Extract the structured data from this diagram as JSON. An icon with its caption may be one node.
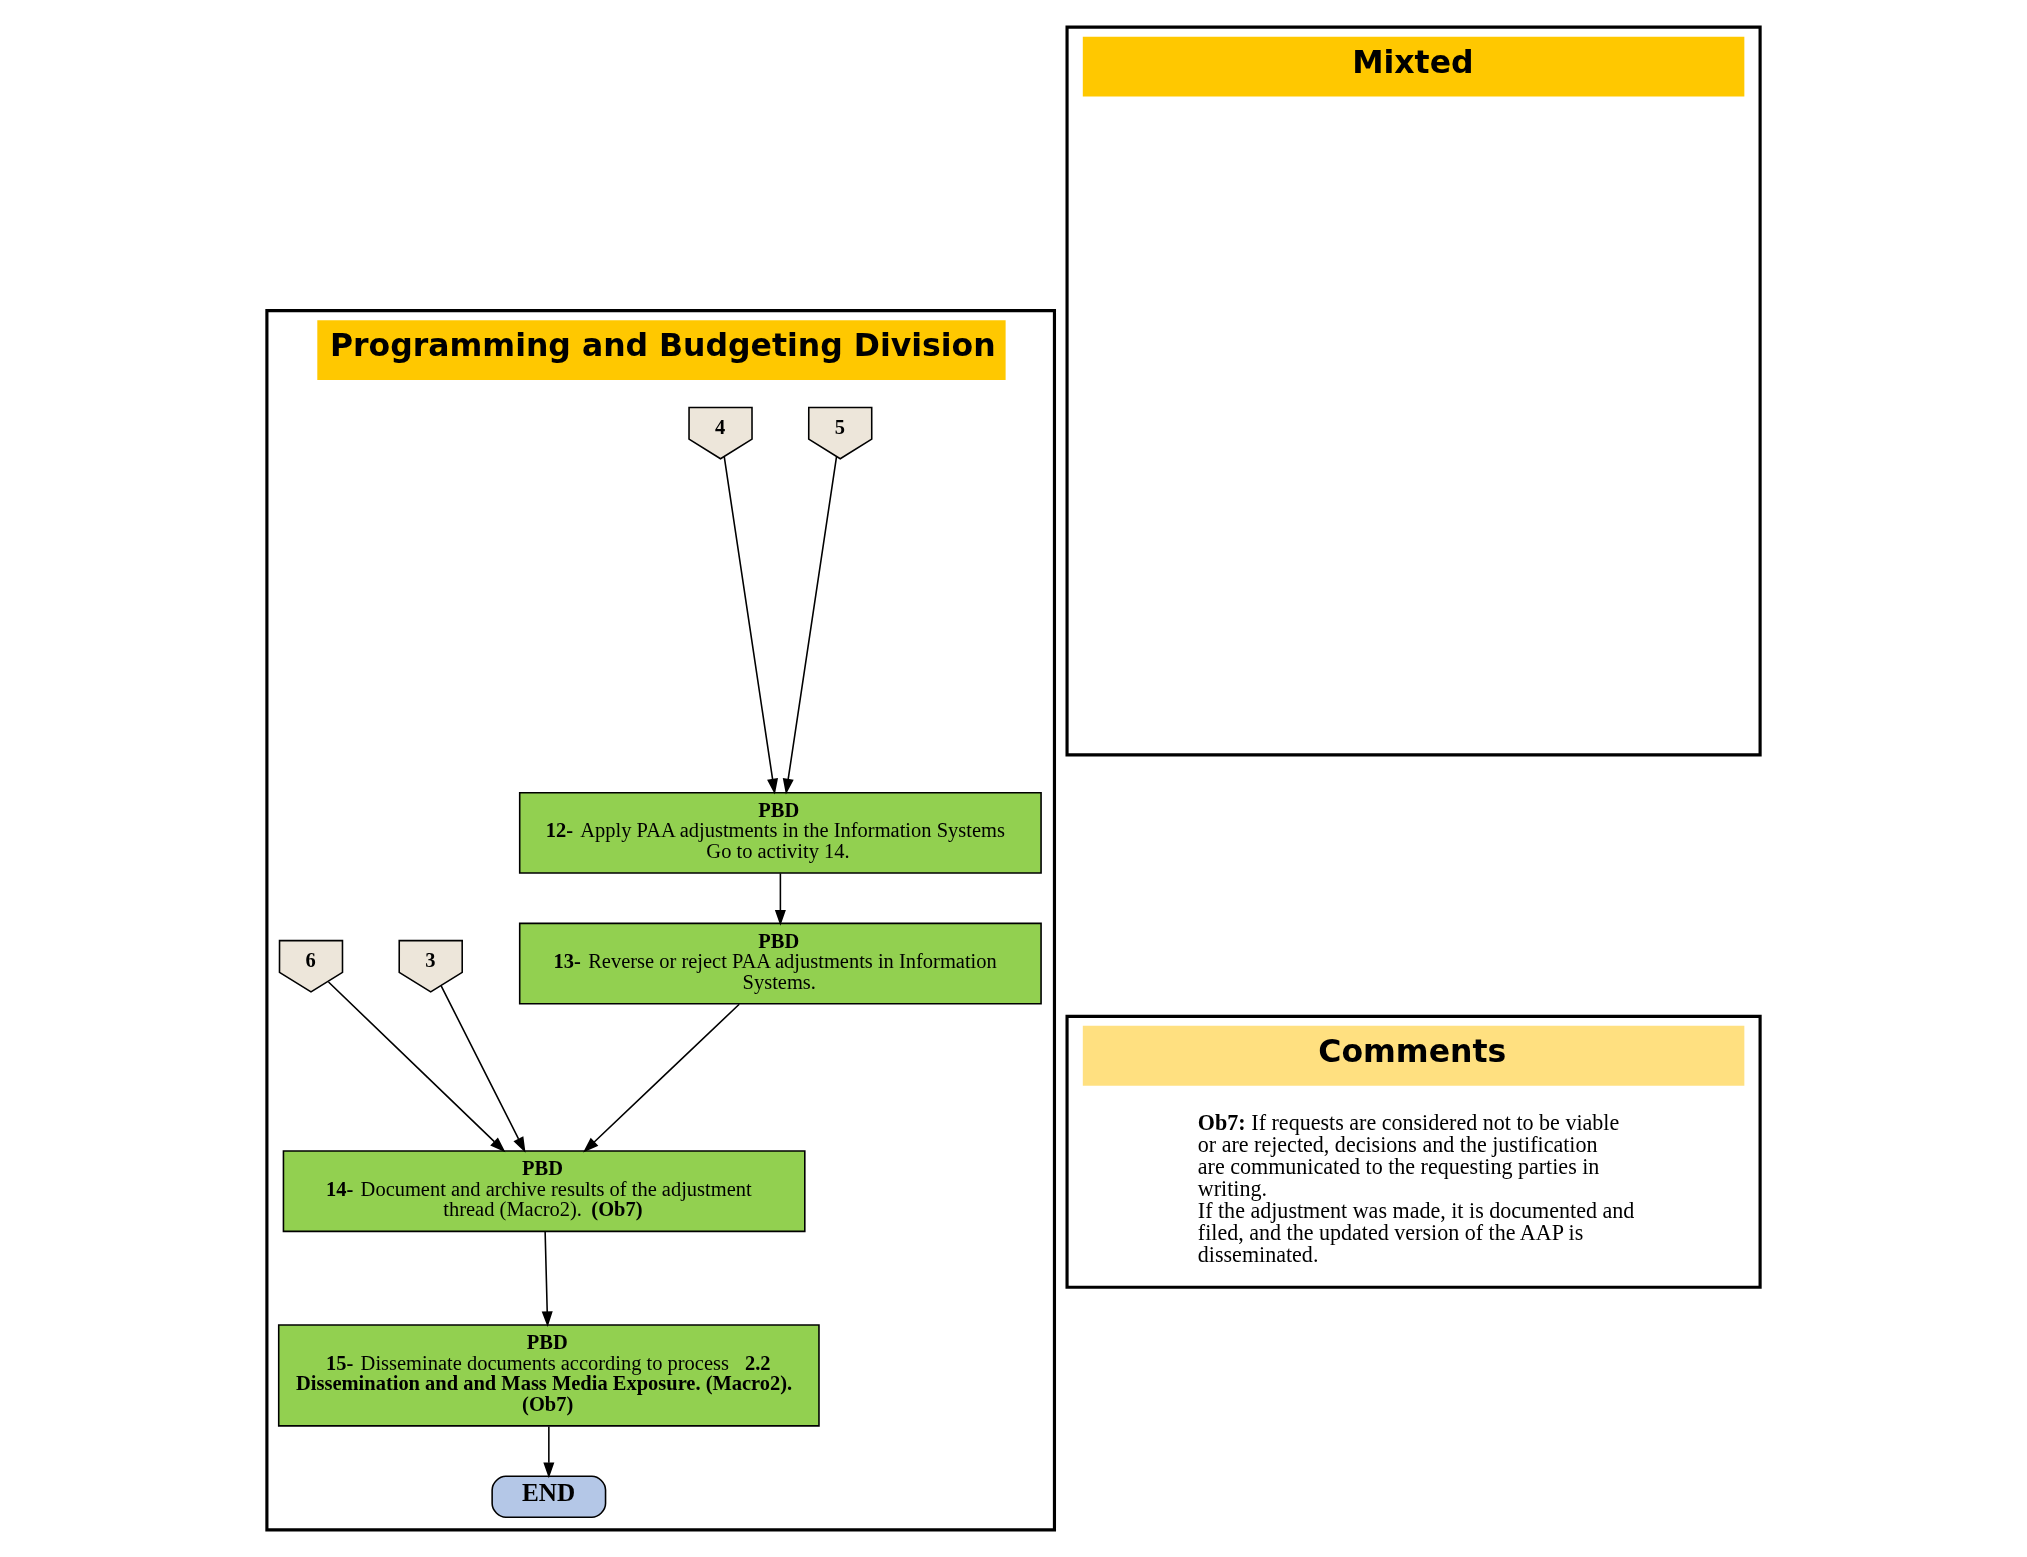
{
  "diagram": {
    "nodes": [
      {
        "text": [
          "Programming and Budgeting Division"
        ]
      },
      {
        "text": [
          "Mixted"
        ]
      },
      {
        "text": [
          "Comments",
          "**Ob7:** If requests are considered not to be viable or are rejected, decisions and the justification are communicated to the requesting parties in writing.",
          "If the adjustment was made, it is documented and filed, and the updated version of the AAP is disseminated."
        ]
      },
      {
        "text": [
          "5"
        ],
        "in": 0
      },
      {
        "text": [
          "4"
        ],
        "in": 0
      },
      {
        "text": [
          "PBD",
          "**12-** Apply PAA adjustments in the Information Systems",
          "Go to activity 14."
        ],
        "in": 0
      },
      {
        "text": [
          "PBD",
          "**13-** Reverse or reject PAA adjustments in Information Systems."
        ],
        "in": 0
      },
      {
        "text": [
          "3"
        ],
        "in": 0
      },
      {
        "text": [
          "6"
        ],
        "in": 0
      },
      {
        "text": [
          "PBD",
          "**14-** Document and archive results of the adjustment thread (Macro2). **(Ob7)**"
        ],
        "in": 0
      },
      {
        "text": [
          "PBD",
          "**15-** Disseminate documents according to process **2.2 Dissemination and and Mass Media Exposure. (Macro2). (Ob7)**"
        ],
        "in": 0
      },
      {
        "text": [
          "END"
        ],
        "in": 0
      }
    ],
    "edges": [
      {
        "from": 3,
        "to": 5,
        "arrow": "to"
      },
      {
        "from": 4,
        "to": 5,
        "arrow": "to"
      },
      {
        "from": 5,
        "to": 6,
        "arrow": "to"
      },
      {
        "from": 6,
        "to": 9,
        "arrow": "to"
      },
      {
        "from": 7,
        "to": 9,
        "arrow": "to"
      },
      {
        "from": 8,
        "to": 9,
        "arrow": "to"
      },
      {
        "from": 9,
        "to": 10,
        "arrow": "to"
      },
      {
        "from": 10,
        "to": 11,
        "arrow": "to"
      }
    ]
  }
}
